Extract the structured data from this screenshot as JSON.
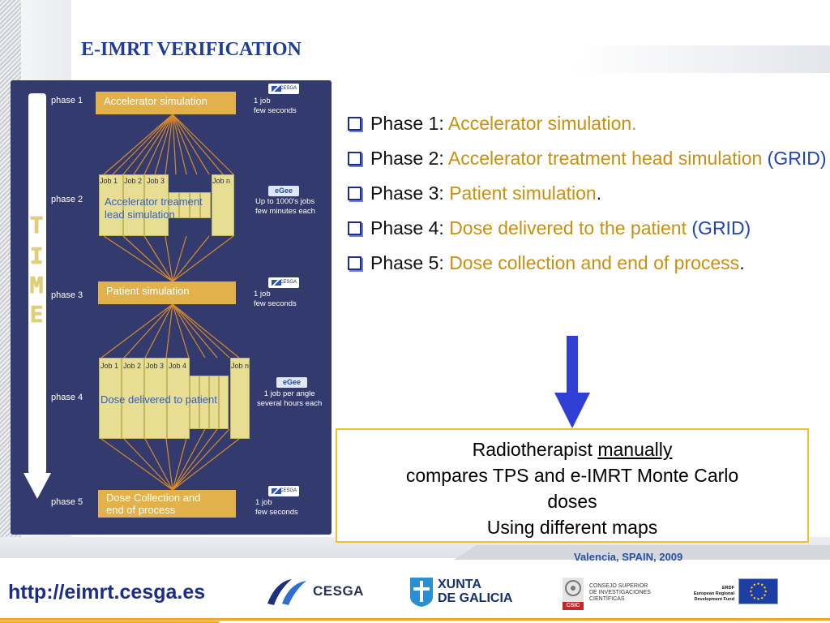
{
  "slide": {
    "title": "E-IMRT VERIFICATION",
    "venue": "Valencia, SPAIN, 2009",
    "url": "http://eimrt.cesga.es"
  },
  "diagram": {
    "time_letters": [
      "T",
      "I",
      "M",
      "E"
    ],
    "phases": [
      {
        "label": "phase 1",
        "box": "Accelerator simulation",
        "note_line1": "1 job",
        "note_line2": "few seconds",
        "badge": "CESGA"
      },
      {
        "label": "phase 2",
        "jobs_line1": "Accelerator treament",
        "jobs_line2": "lead simulation",
        "note_line1": "Up to 1000's jobs",
        "note_line2": "few minutes each",
        "badge": "eGee"
      },
      {
        "label": "phase 3",
        "box": "Patient simulation",
        "note_line1": "1 job",
        "note_line2": "few seconds",
        "badge": "CESGA"
      },
      {
        "label": "phase 4",
        "jobs_text": "Dose  delivered to patient",
        "note_line1": "1 job per angle",
        "note_line2": "several hours each",
        "badge": "eGee"
      },
      {
        "label": "phase 5",
        "box_line1": "Dose Collection and",
        "box_line2": "end of process",
        "note_line1": "1 job",
        "note_line2": "few seconds",
        "badge": "CESGA"
      }
    ],
    "phase2_jobs": [
      "Job 1",
      "Job 2",
      "Job 3",
      "Job n"
    ],
    "phase4_jobs": [
      "Job 1",
      "Job 2",
      "Job 3",
      "Job 4",
      "Job n"
    ]
  },
  "bullets": [
    {
      "prefix": "Phase 1: ",
      "highlight": "Accelerator simulation.",
      "grid": "",
      "suffix": ""
    },
    {
      "prefix": "Phase 2: ",
      "highlight": "Accelerator treatment head simulation",
      "grid": " (GRID)",
      "suffix": ""
    },
    {
      "prefix": "Phase 3: ",
      "highlight": "Patient simulation",
      "grid": "",
      "suffix": "."
    },
    {
      "prefix": "Phase 4: ",
      "highlight": "Dose delivered to the patient",
      "grid": " (GRID)",
      "suffix": ""
    },
    {
      "prefix": "Phase 5: ",
      "highlight": "Dose collection and end of process",
      "grid": "",
      "suffix": "."
    }
  ],
  "result": {
    "line1_pre": "Radiotherapist ",
    "line1_u": "manually",
    "line2": "compares TPS and e-IMRT Monte Carlo",
    "line3": "doses",
    "line4": "Using different maps"
  },
  "footer_logos": {
    "cesga": "CESGA",
    "xunta_line1": "XUNTA",
    "xunta_line2": "DE GALICIA",
    "csic_line1": "CONSEJO SUPERIOR",
    "csic_line2": "DE INVESTIGACIONES",
    "csic_line3": "CIENTÍFICAS",
    "csic_tag": "CSIC",
    "erdf_line1": "ERDF",
    "erdf_line2": "European Regional",
    "erdf_line3": "Development Fund"
  },
  "colors": {
    "title_blue": "#1f3b9c",
    "panel_navy": "#333a6d",
    "highlight_gold": "#c8900e",
    "grid_blue": "#1f45b5",
    "arrow_blue": "#2f3fd6",
    "box_border": "#f0c12a"
  }
}
